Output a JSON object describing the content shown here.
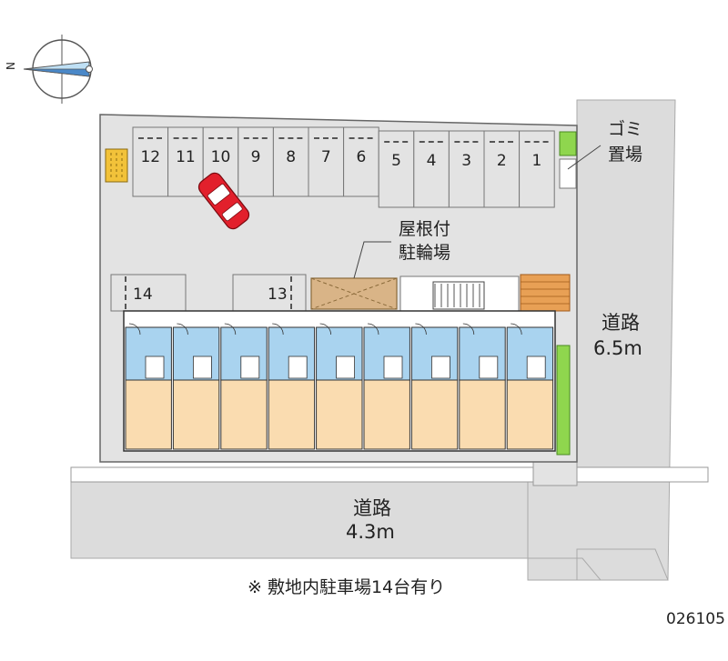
{
  "compass": {
    "north_label": "N"
  },
  "parking": {
    "stalls_top": [
      "12",
      "11",
      "10",
      "9",
      "8",
      "7",
      "6",
      "5",
      "4",
      "3",
      "2",
      "1"
    ],
    "stall_left": "14",
    "stall_mid": "13"
  },
  "garbage": {
    "label_line1": "ゴミ",
    "label_line2": "置場"
  },
  "bicycle": {
    "label_line1": "屋根付",
    "label_line2": "駐輪場"
  },
  "road_east": {
    "name": "道路",
    "width": "6.5m"
  },
  "road_south": {
    "name": "道路",
    "width": "4.3m"
  },
  "note": "※ 敷地内駐車場14台有り",
  "property_code": "026105",
  "colors": {
    "site_gray": "#e3e3e3",
    "road_gray": "#dcdcdc",
    "unit_blue": "#a9d3ef",
    "unit_tan": "#fadcb0",
    "car_red": "#e2202c",
    "planter_green": "#8fd64e",
    "bike_shelter": "#d9b487"
  }
}
